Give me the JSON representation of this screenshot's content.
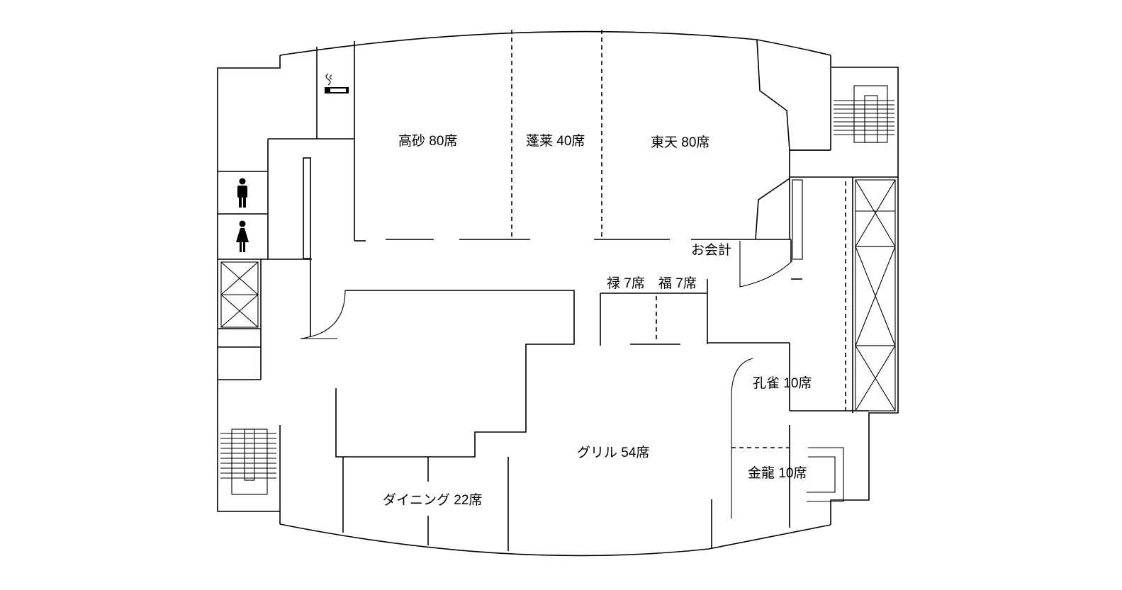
{
  "rooms": {
    "takasago": "高砂 80席",
    "horai": "蓬莱 40席",
    "toten": "東天 80席",
    "kaikei": "お会計",
    "roku": "禄 7席",
    "fuku": "福 7席",
    "kujaku": "孔雀 10席",
    "grill": "グリル 54席",
    "kinryu": "金龍 10席",
    "dining": "ダイニング 22席"
  },
  "icons": [
    "smoking-area-icon",
    "mens-restroom-icon",
    "womens-restroom-icon",
    "elevator-icon",
    "staircase-icon"
  ]
}
